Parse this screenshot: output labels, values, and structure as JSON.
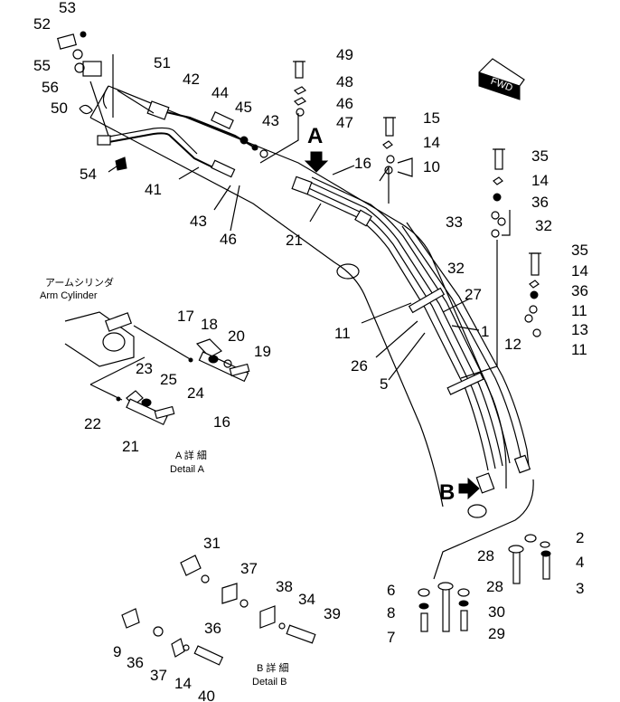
{
  "labels": {
    "p53": "53",
    "p52": "52",
    "p55": "55",
    "p56": "56",
    "p50": "50",
    "p51": "51",
    "p42": "42",
    "p44": "44",
    "p45": "45",
    "p43a": "43",
    "p49": "49",
    "p48": "48",
    "p46a": "46",
    "p47": "47",
    "p15": "15",
    "p14a": "14",
    "p10": "10",
    "p16a": "16",
    "p35a": "35",
    "p14b": "14",
    "p36a": "36",
    "p33": "33",
    "p32a": "32",
    "p35b": "35",
    "p14c": "14",
    "p36b": "36",
    "p11a": "11",
    "p13": "13",
    "p12": "12",
    "p11b": "11",
    "p54": "54",
    "p41": "41",
    "p43b": "43",
    "p46b": "46",
    "p21a": "21",
    "p32b": "32",
    "p27": "27",
    "p11c": "11",
    "p1": "1",
    "p26": "26",
    "p5": "5",
    "p17": "17",
    "p18": "18",
    "p20": "20",
    "p19": "19",
    "p23": "23",
    "p25": "25",
    "p24": "24",
    "p22": "22",
    "p16b": "16",
    "p21b": "21",
    "p2": "2",
    "p4": "4",
    "p3": "3",
    "p28a": "28",
    "p28b": "28",
    "p6": "6",
    "p8": "8",
    "p7": "7",
    "p30": "30",
    "p29": "29",
    "p31": "31",
    "p37a": "37",
    "p38": "38",
    "p34": "34",
    "p39": "39",
    "p36c": "36",
    "p9": "9",
    "p36d": "36",
    "p37b": "37",
    "p14d": "14",
    "p40": "40"
  },
  "arrows": {
    "a": "A",
    "b": "B"
  },
  "fwd": "FWD",
  "captions": {
    "arm_jp": "アームシリンダ",
    "arm_en": "Arm Cylinder",
    "detA_jp": "A 詳 細",
    "detA_en": "Detail A",
    "detB_jp": "B 詳 細",
    "detB_en": "Detail B"
  },
  "colors": {
    "line": "#000000",
    "background": "#ffffff"
  }
}
